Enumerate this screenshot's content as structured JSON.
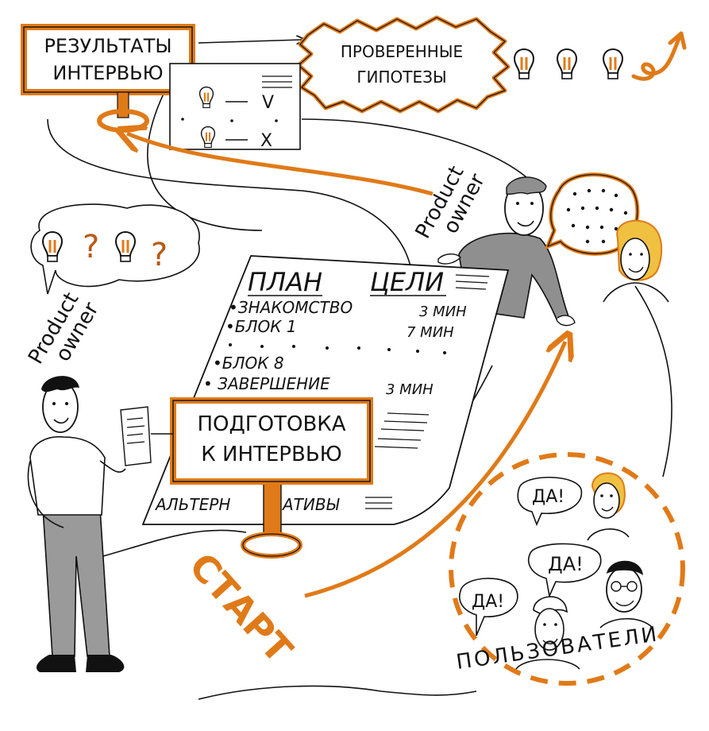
{
  "colors": {
    "accent": "#e07a18",
    "ink": "#111111",
    "paper": "#ffffff",
    "shirt_gray": "#8f8f8f",
    "hair_yellow": "#f0c040"
  },
  "interview_results": {
    "line1": "РЕЗУЛЬТАТЫ",
    "line2": "ИНТЕРВЬЮ"
  },
  "verified_hypotheses": {
    "line1": "ПРОВЕРЕННЫЕ",
    "line2": "ГИПОТЕЗЫ"
  },
  "results_card": {
    "check_mark": "V",
    "cross_mark": "X"
  },
  "product_owner_left": {
    "line1": "Product",
    "line2": "owner"
  },
  "product_owner_right": {
    "line1": "Product",
    "line2": "owner"
  },
  "thought_bubble": {
    "q1": "?",
    "q2": "?"
  },
  "plan_sheet": {
    "col1_header": "ПЛАН",
    "col2_header": "ЦЕЛИ",
    "rows": [
      {
        "label": "•ЗНАКОМСТВО",
        "time": "3 МИН"
      },
      {
        "label": "•БЛОК 1",
        "time": "7 МИН"
      },
      {
        "label": "•БЛОК 8",
        "time": ""
      },
      {
        "label": "• ЗАВЕРШЕНИЕ",
        "time": "3 МИН"
      }
    ],
    "footer_left": "АЛЬТЕРН",
    "footer_right": "АТИВЫ"
  },
  "prep_sign": {
    "line1": "ПОДГОТОВКА",
    "line2": "К ИНТЕРВЬЮ"
  },
  "start_label": "СТАРТ",
  "users_circle": {
    "label": "ПОЛЬЗОВАТЕЛИ",
    "bubble_top": "ДА!",
    "bubble_mid": "ДА!",
    "bubble_left": "ДА!"
  },
  "icons": [
    "lightbulb-icon",
    "question-mark-icon",
    "checkmark-icon",
    "cross-icon",
    "squiggle-arrow-icon"
  ]
}
